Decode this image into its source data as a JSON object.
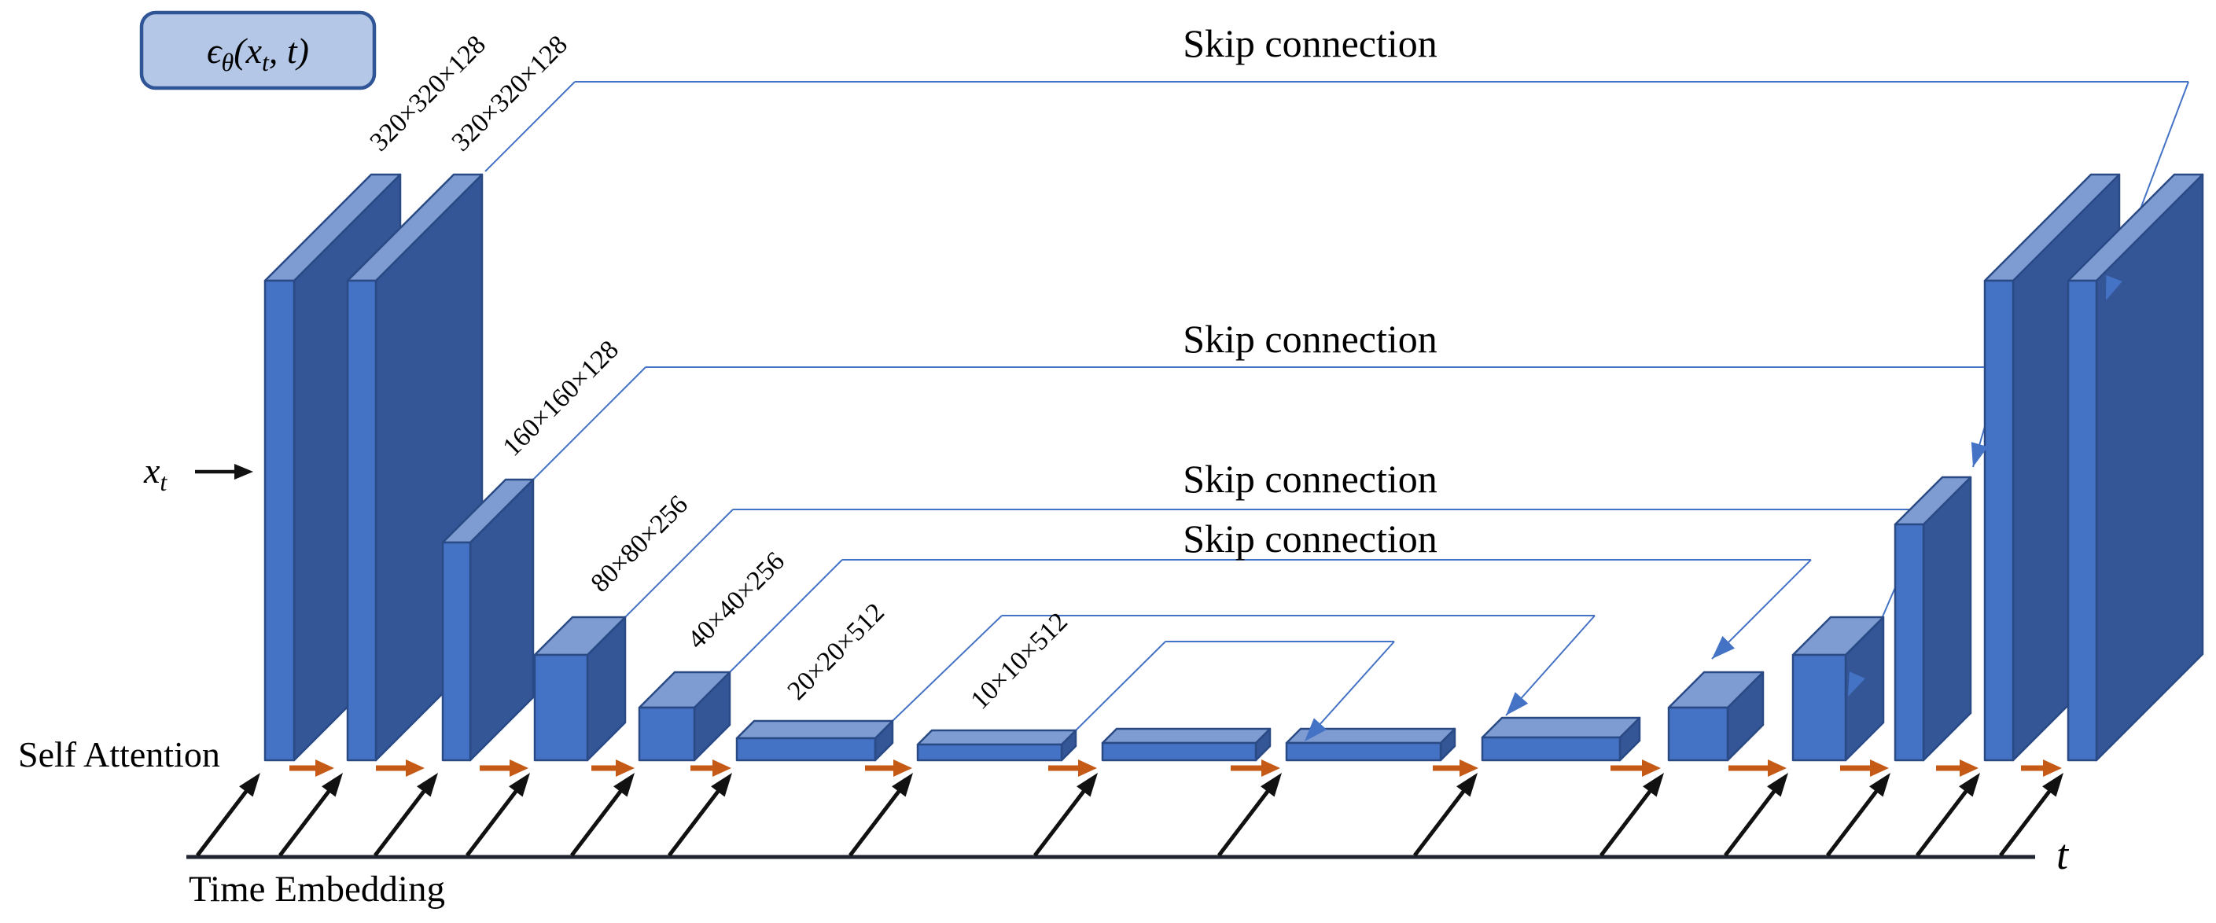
{
  "formula_box": {
    "parts": {
      "p1": "ϵ",
      "s1": "θ",
      "p2": "(x",
      "s2": "t",
      "p3": ", t)"
    }
  },
  "input_label": {
    "base": "x",
    "sub": "t"
  },
  "annotations": {
    "skip_connection_labels": [
      "Skip connection",
      "Skip connection",
      "Skip connection",
      "Skip connection"
    ],
    "self_attention": "Self Attention",
    "time_embedding": "Time Embedding",
    "time_axis_symbol": "t"
  },
  "blocks": [
    {
      "label": "320×320×128"
    },
    {
      "label": "320×320×128"
    },
    {
      "label": "160×160×128"
    },
    {
      "label": "80×80×256"
    },
    {
      "label": "40×40×256"
    },
    {
      "label": "20×20×512"
    },
    {
      "label": "10×10×512"
    },
    {
      "label": ""
    },
    {
      "label": ""
    },
    {
      "label": ""
    },
    {
      "label": ""
    },
    {
      "label": ""
    },
    {
      "label": ""
    },
    {
      "label": ""
    },
    {
      "label": ""
    }
  ],
  "colors": {
    "block_front": "#4472C4",
    "block_top": "#7E9CD2",
    "block_side": "#345596",
    "block_outline": "#2A4A85",
    "skip_line": "#4472C4",
    "orange": "#C55A17",
    "black_arrow": "#111111",
    "baseline": "#1F2430",
    "formula_box_fill": "#B4C7E7",
    "formula_box_border": "#2F5597"
  }
}
